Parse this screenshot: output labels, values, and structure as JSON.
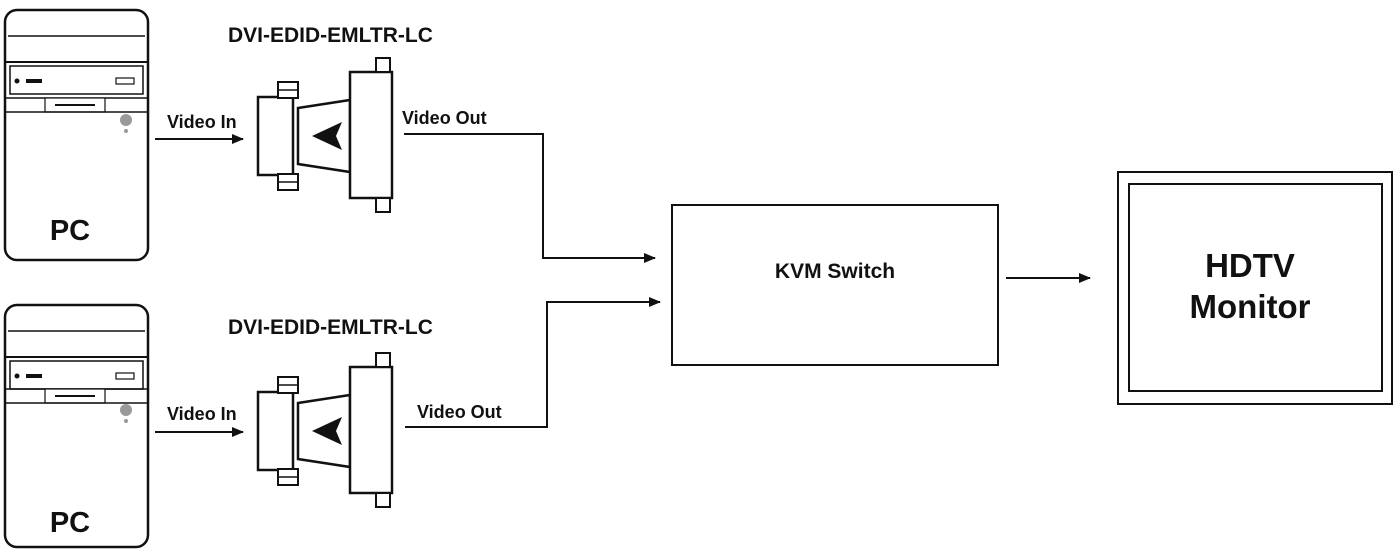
{
  "pcs": [
    {
      "label": "PC"
    },
    {
      "label": "PC"
    }
  ],
  "emulators": [
    {
      "title": "DVI-EDID-EMLTR-LC",
      "input_label": "Video In",
      "output_label": "Video Out"
    },
    {
      "title": "DVI-EDID-EMLTR-LC",
      "input_label": "Video In",
      "output_label": "Video Out"
    }
  ],
  "kvm": {
    "label": "KVM Switch"
  },
  "monitor": {
    "line1": "HDTV",
    "line2": "Monitor"
  }
}
